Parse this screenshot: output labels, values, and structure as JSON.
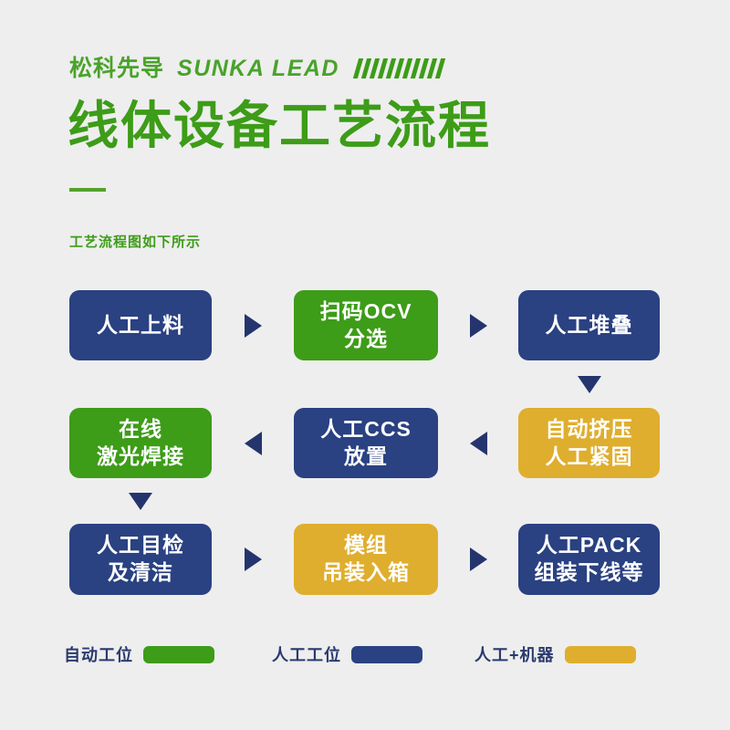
{
  "background_color": "#eeeeee",
  "brand": {
    "name_cn": "松科先导",
    "name_en": "SUNKA LEAD",
    "stripe_count": 11,
    "color": "#3d9c18"
  },
  "header": {
    "title": "线体设备工艺流程",
    "title_color": "#3d9c18",
    "divider_color": "#53a12c",
    "section_note": "工艺流程图如下所示"
  },
  "palette": {
    "navy": "#2a4182",
    "green": "#3d9c18",
    "gold": "#dfae2e",
    "arrow": "#24356e",
    "text_on_node": "#ffffff"
  },
  "chart_data": {
    "type": "diagram",
    "title": "线体设备工艺流程",
    "subtitle": "工艺流程图如下所示",
    "layout": "serpentine-grid-3x3",
    "nodes": [
      {
        "id": 1,
        "lines": [
          "人工上料"
        ],
        "category": "人工工位",
        "color": "#2a4182",
        "row": 1,
        "col": 1
      },
      {
        "id": 2,
        "lines": [
          "扫码OCV",
          "分选"
        ],
        "category": "自动工位",
        "color": "#3d9c18",
        "row": 1,
        "col": 2
      },
      {
        "id": 3,
        "lines": [
          "人工堆叠"
        ],
        "category": "人工工位",
        "color": "#2a4182",
        "row": 1,
        "col": 3
      },
      {
        "id": 4,
        "lines": [
          "自动挤压",
          "人工紧固"
        ],
        "category": "人工+机器",
        "color": "#dfae2e",
        "row": 2,
        "col": 3
      },
      {
        "id": 5,
        "lines": [
          "人工CCS",
          "放置"
        ],
        "category": "人工工位",
        "color": "#2a4182",
        "row": 2,
        "col": 2
      },
      {
        "id": 6,
        "lines": [
          "在线",
          "激光焊接"
        ],
        "category": "自动工位",
        "color": "#3d9c18",
        "row": 2,
        "col": 1
      },
      {
        "id": 7,
        "lines": [
          "人工目检",
          "及清洁"
        ],
        "category": "人工工位",
        "color": "#2a4182",
        "row": 3,
        "col": 1
      },
      {
        "id": 8,
        "lines": [
          "模组",
          "吊装入箱"
        ],
        "category": "人工+机器",
        "color": "#dfae2e",
        "row": 3,
        "col": 2
      },
      {
        "id": 9,
        "lines": [
          "人工PACK",
          "组装下线等"
        ],
        "category": "人工工位",
        "color": "#2a4182",
        "row": 3,
        "col": 3
      }
    ],
    "edges": [
      {
        "from": 1,
        "to": 2,
        "direction": "right"
      },
      {
        "from": 2,
        "to": 3,
        "direction": "right"
      },
      {
        "from": 3,
        "to": 4,
        "direction": "down"
      },
      {
        "from": 4,
        "to": 5,
        "direction": "left"
      },
      {
        "from": 5,
        "to": 6,
        "direction": "left"
      },
      {
        "from": 6,
        "to": 7,
        "direction": "down"
      },
      {
        "from": 7,
        "to": 8,
        "direction": "right"
      },
      {
        "from": 8,
        "to": 9,
        "direction": "right"
      }
    ],
    "legend": [
      {
        "label": "自动工位",
        "color": "#3d9c18"
      },
      {
        "label": "人工工位",
        "color": "#2a4182"
      },
      {
        "label": "人工+机器",
        "color": "#dfae2e"
      }
    ]
  }
}
